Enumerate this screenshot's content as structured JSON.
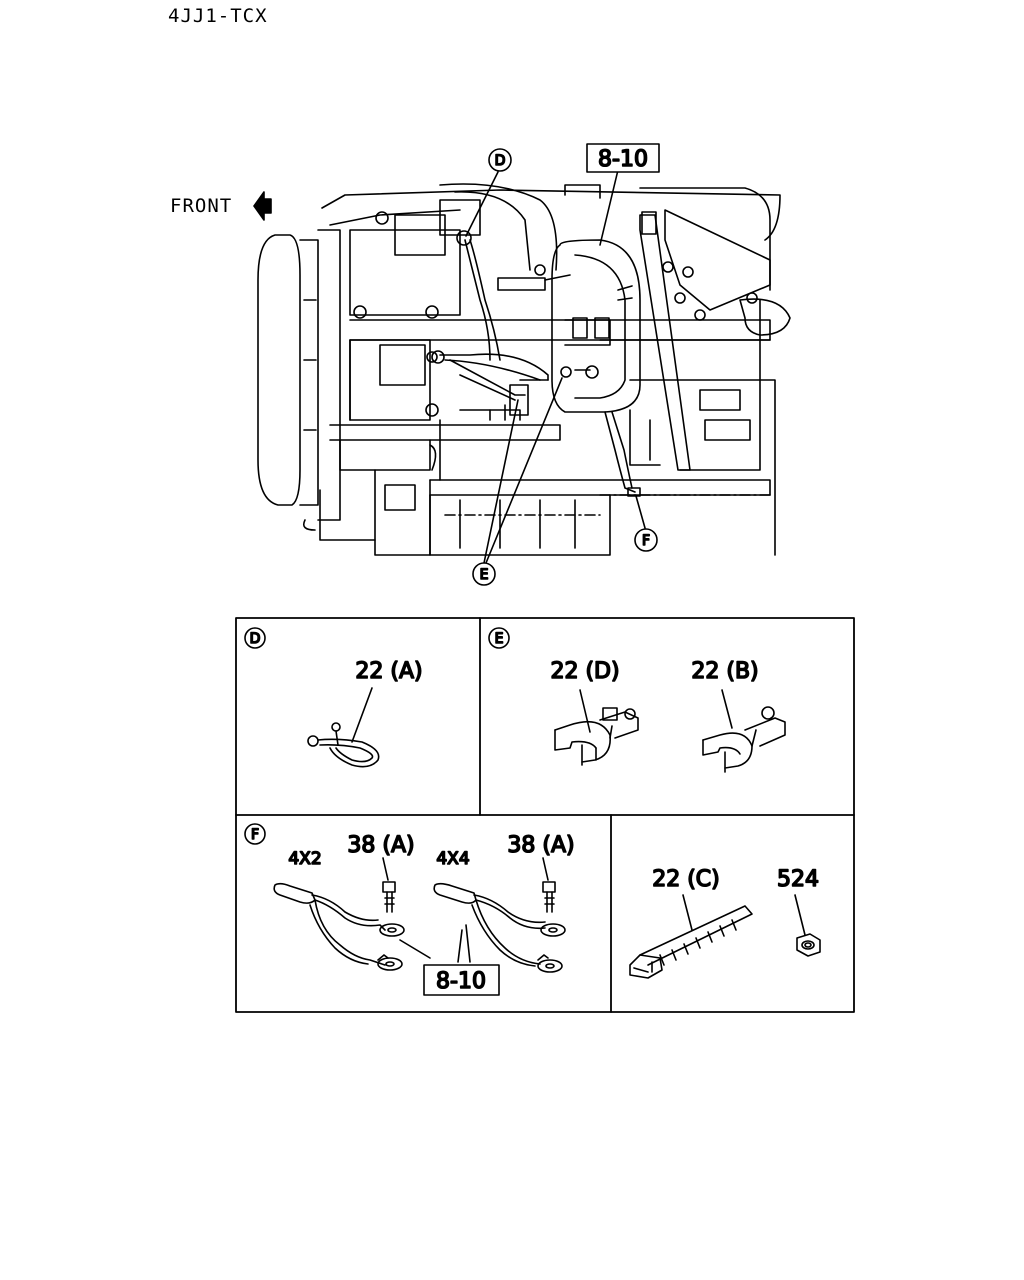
{
  "header": {
    "model": "4JJ1-TCX"
  },
  "direction": {
    "label": "FRONT"
  },
  "callouts": {
    "top_ref": "8-10",
    "D": "D",
    "E": "E",
    "F": "F"
  },
  "panels": {
    "D": {
      "marker": "D",
      "part": "22 (A)"
    },
    "E": {
      "marker": "E",
      "parts": [
        "22 (D)",
        "22 (B)"
      ]
    },
    "F": {
      "marker": "F",
      "variant_left": "4X2",
      "variant_right": "4X4",
      "bolt_left": "38 (A)",
      "bolt_right": "38 (A)",
      "ref": "8-10"
    },
    "G": {
      "tie": "22 (C)",
      "nut": "524"
    }
  },
  "colors": {
    "line": "#000000",
    "background": "#ffffff"
  }
}
